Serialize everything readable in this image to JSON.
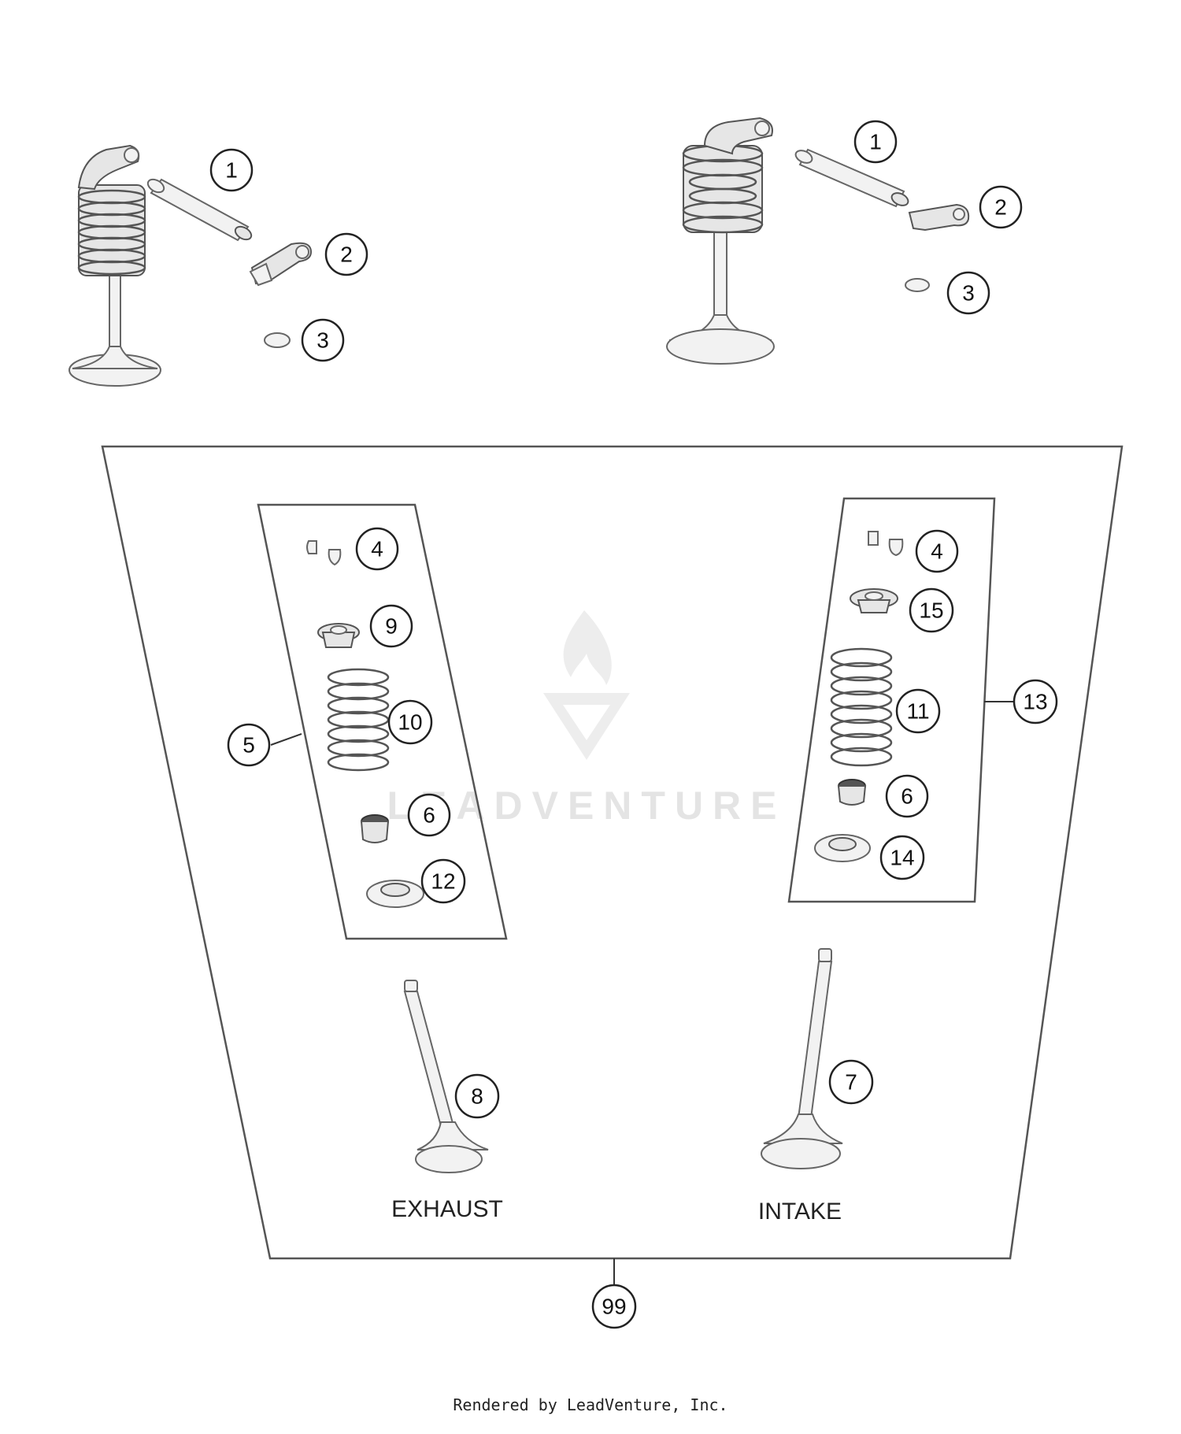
{
  "callouts": {
    "top_left": [
      "1",
      "2",
      "3"
    ],
    "top_right": [
      "1",
      "2",
      "3"
    ],
    "exhaust_kit": "5",
    "exhaust_parts": [
      "4",
      "9",
      "10",
      "6",
      "12"
    ],
    "intake_kit": "13",
    "intake_parts": [
      "4",
      "15",
      "11",
      "6",
      "14"
    ],
    "exhaust_valve": "8",
    "intake_valve": "7",
    "set": "99"
  },
  "labels": {
    "exhaust": "EXHAUST",
    "intake": "INTAKE"
  },
  "watermark": {
    "text": "LEADVENTURE"
  },
  "footer": {
    "text": "Rendered by LeadVenture, Inc."
  }
}
